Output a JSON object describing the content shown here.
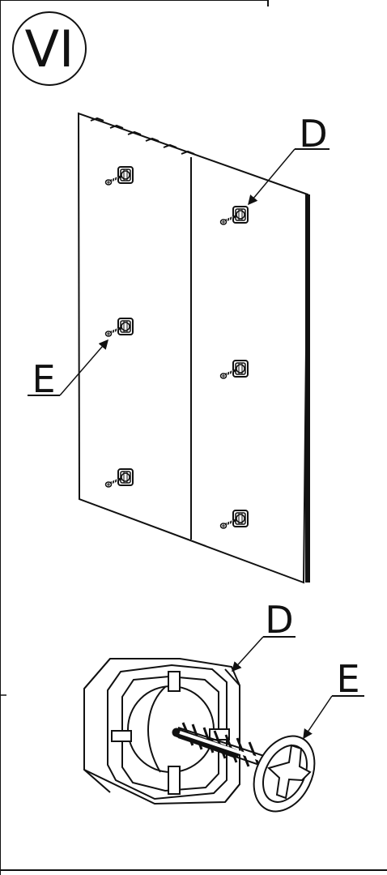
{
  "step": {
    "number": "VI"
  },
  "callouts": {
    "upper_d": "D",
    "upper_e": "E",
    "detail_d": "D",
    "detail_e": "E"
  },
  "colors": {
    "line": "#111111",
    "fill": "#ffffff"
  }
}
